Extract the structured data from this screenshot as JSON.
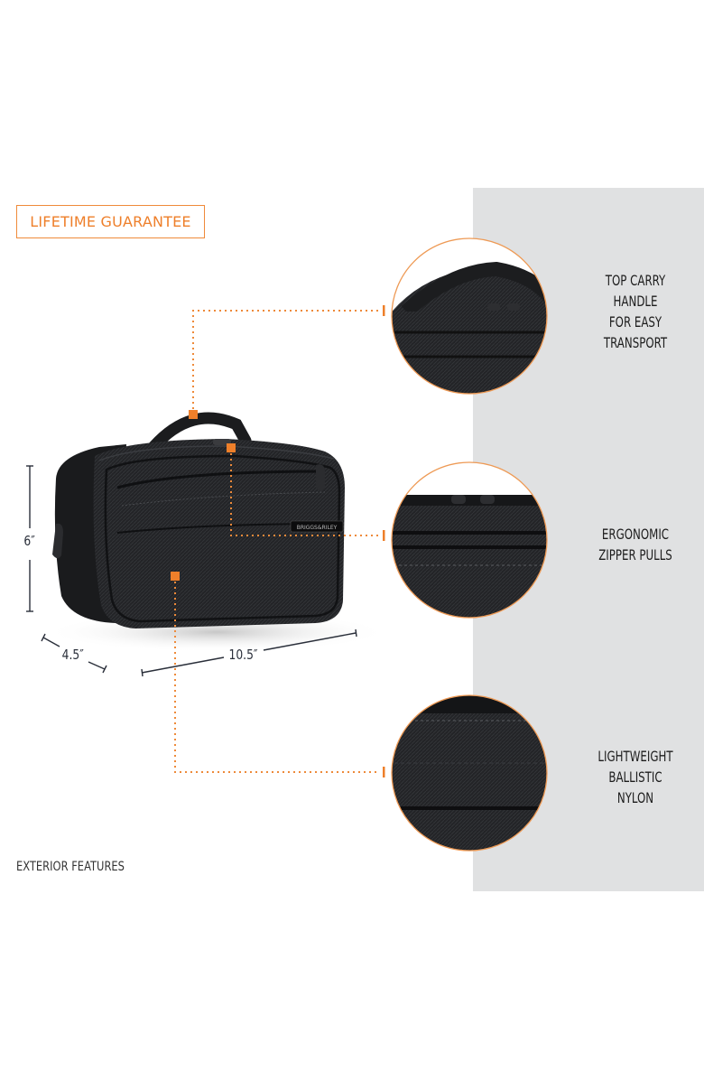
{
  "badge": {
    "label": "LIFETIME GUARANTEE",
    "color": "#ee7f2a"
  },
  "product": {
    "brand_tag": "BRIGGS&RILEY",
    "dimensions": {
      "height": "6″",
      "depth": "4.5″",
      "width": "10.5″"
    }
  },
  "features": [
    {
      "label": "TOP CARRY\nHANDLE\nFOR EASY\nTRANSPORT",
      "detail": "handle-closeup"
    },
    {
      "label": "ERGONOMIC\nZIPPER PULLS",
      "detail": "zipper-closeup"
    },
    {
      "label": "LIGHTWEIGHT\nBALLISTIC\nNYLON",
      "detail": "nylon-closeup"
    }
  ],
  "footer": {
    "label": "EXTERIOR FEATURES"
  },
  "colors": {
    "accent": "#ee7f2a",
    "panel": "#e0e1e2",
    "bag": "#1e1f21"
  }
}
